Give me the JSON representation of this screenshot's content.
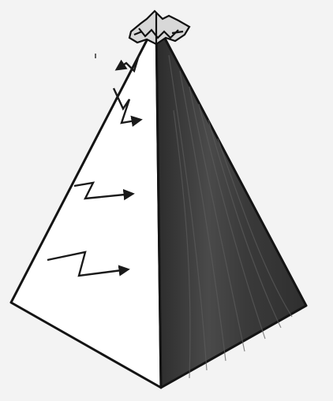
{
  "image": {
    "subject": "pyramid-sketch",
    "colors": {
      "background": "#f3f3f3",
      "lit_face": "#ffffff",
      "shaded_face": "#3d3d3d",
      "outline": "#141414",
      "arrow": "#1a1a1a"
    },
    "faces": [
      {
        "name": "lit-face",
        "shading": "white"
      },
      {
        "name": "shaded-face",
        "shading": "dark-gray"
      }
    ],
    "zigzag_arrows": 4,
    "apex_ornament": true
  }
}
